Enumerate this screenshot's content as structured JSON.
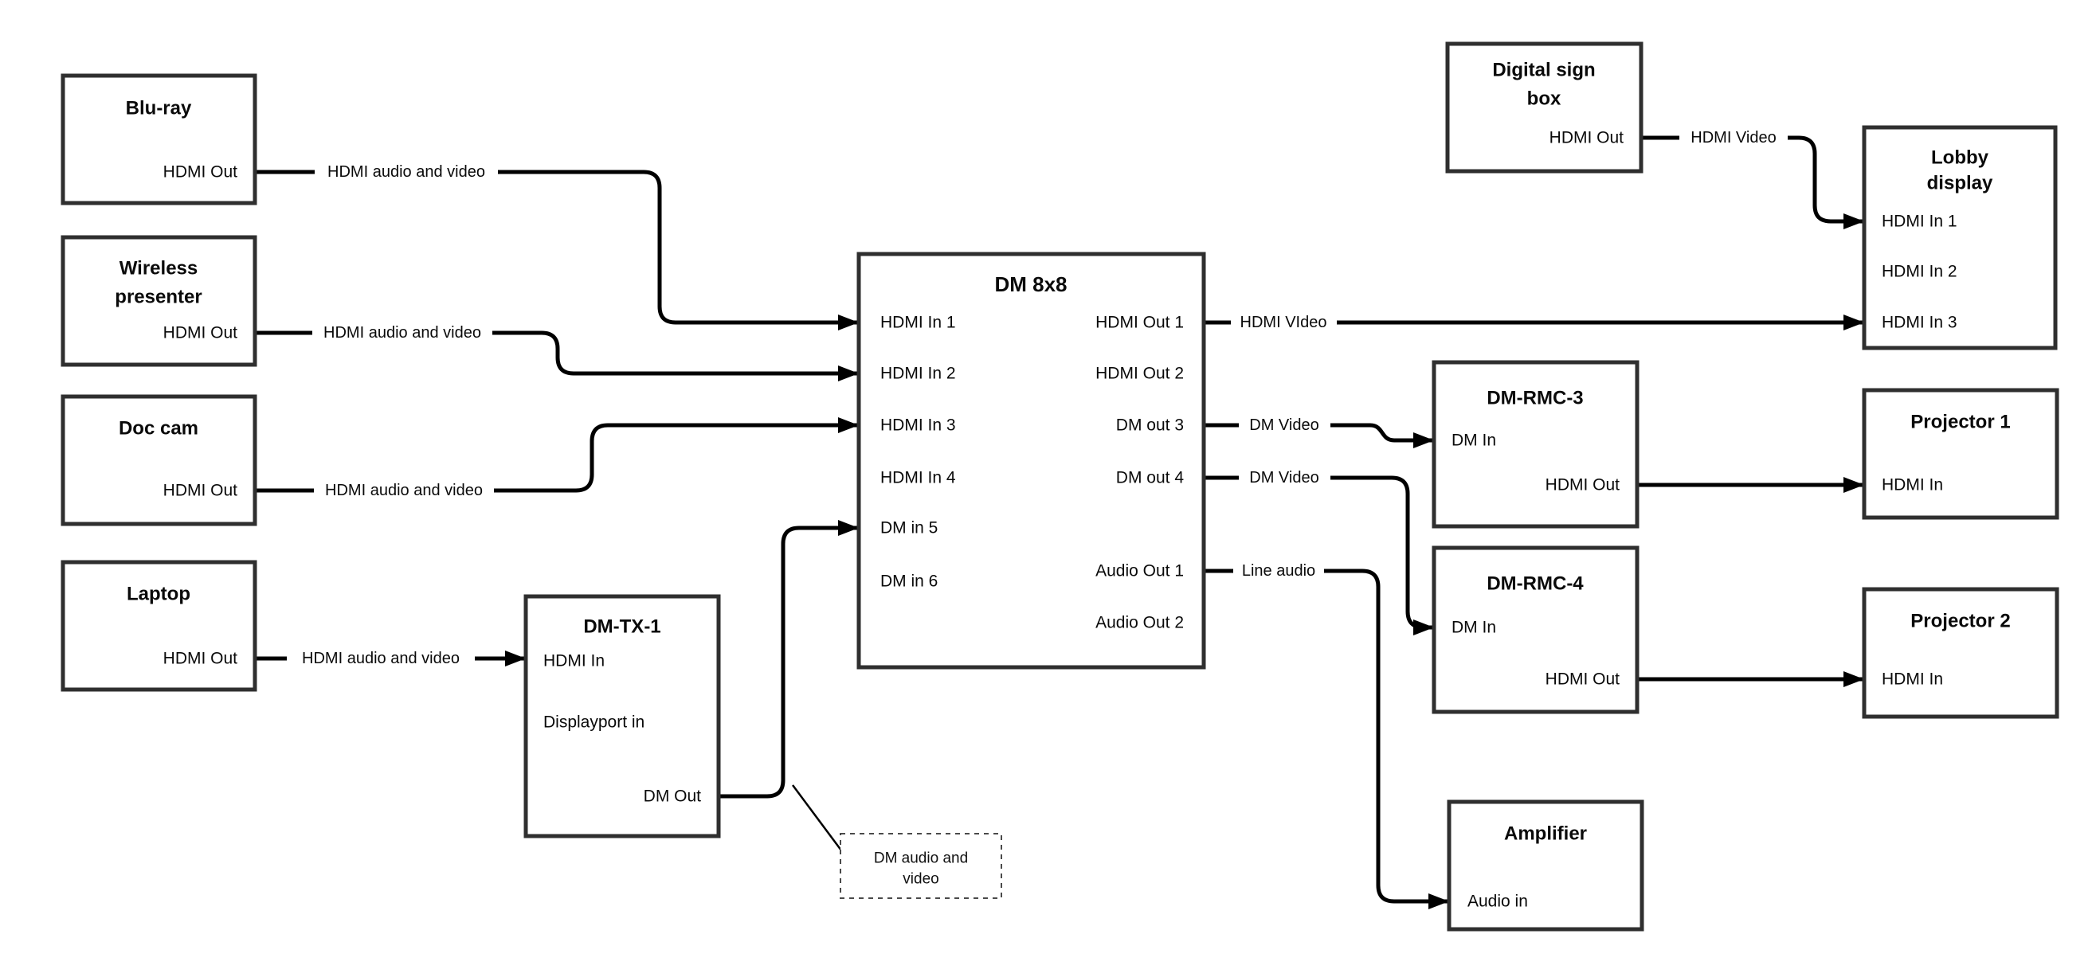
{
  "nodes": {
    "bluray": {
      "title": "Blu-ray",
      "ports": {
        "hdmi_out": "HDMI Out"
      }
    },
    "wireless": {
      "title_lines": [
        "Wireless",
        "presenter"
      ],
      "ports": {
        "hdmi_out": "HDMI Out"
      }
    },
    "doccam": {
      "title": "Doc cam",
      "ports": {
        "hdmi_out": "HDMI Out"
      }
    },
    "laptop": {
      "title": "Laptop",
      "ports": {
        "hdmi_out": "HDMI Out"
      }
    },
    "dmtx1": {
      "title": "DM-TX-1",
      "ports": {
        "hdmi_in": "HDMI In",
        "dp_in": "Displayport in",
        "dm_out": "DM Out"
      }
    },
    "dm8x8": {
      "title": "DM 8x8",
      "ports": {
        "in1": "HDMI In 1",
        "in2": "HDMI In 2",
        "in3": "HDMI In 3",
        "in4": "HDMI In 4",
        "in5": "DM in 5",
        "in6": "DM in 6",
        "out1": "HDMI Out 1",
        "out2": "HDMI Out 2",
        "out3": "DM out 3",
        "out4": "DM out 4",
        "aout1": "Audio Out 1",
        "aout2": "Audio Out 2"
      }
    },
    "digital_sign": {
      "title_lines": [
        "Digital sign",
        "box"
      ],
      "ports": {
        "hdmi_out": "HDMI Out"
      }
    },
    "lobby": {
      "title_lines": [
        "Lobby",
        "display"
      ],
      "ports": {
        "in1": "HDMI In 1",
        "in2": "HDMI In 2",
        "in3": "HDMI In 3"
      }
    },
    "rmc3": {
      "title": "DM-RMC-3",
      "ports": {
        "dm_in": "DM In",
        "hdmi_out": "HDMI Out"
      }
    },
    "proj1": {
      "title": "Projector 1",
      "ports": {
        "hdmi_in": "HDMI In"
      }
    },
    "rmc4": {
      "title": "DM-RMC-4",
      "ports": {
        "dm_in": "DM In",
        "hdmi_out": "HDMI Out"
      }
    },
    "proj2": {
      "title": "Projector 2",
      "ports": {
        "hdmi_in": "HDMI In"
      }
    },
    "amp": {
      "title": "Amplifier",
      "ports": {
        "audio_in": "Audio in"
      }
    }
  },
  "edge_labels": {
    "bluray_to_dm8x8": "HDMI audio and video",
    "wireless_to_dm8x8": "HDMI audio and video",
    "doccam_to_dm8x8": "HDMI audio and video",
    "laptop_to_dmtx1": "HDMI audio and video",
    "hdmiout1_to_lobby": "HDMI VIdeo",
    "sign_to_lobby": "HDMI Video",
    "dmout3_to_rmc3": "DM Video",
    "dmout4_to_rmc4": "DM Video",
    "audioout1_to_amp": "Line audio"
  },
  "annotation": {
    "lines": [
      "DM audio and",
      "video"
    ]
  },
  "colors": {
    "background": "#ffffff",
    "box_border": "#2f2f2f",
    "line": "#000000",
    "text": "#0a0a0a"
  }
}
